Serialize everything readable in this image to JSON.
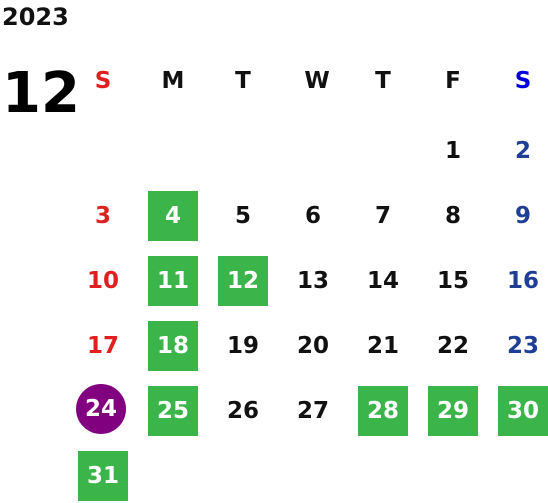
{
  "calendar": {
    "year": "2023",
    "month": "12",
    "weekdays": [
      {
        "label": "S",
        "color": "#e02020"
      },
      {
        "label": "M",
        "color": "#111111"
      },
      {
        "label": "T",
        "color": "#111111"
      },
      {
        "label": "W",
        "color": "#111111"
      },
      {
        "label": "T",
        "color": "#111111"
      },
      {
        "label": "F",
        "color": "#111111"
      },
      {
        "label": "S",
        "color": "#0000dd"
      }
    ],
    "days": [
      {
        "label": "1",
        "style": "normal"
      },
      {
        "label": "2",
        "style": "sat"
      },
      {
        "label": "3",
        "style": "sun"
      },
      {
        "label": "4",
        "style": "green"
      },
      {
        "label": "5",
        "style": "normal"
      },
      {
        "label": "6",
        "style": "normal"
      },
      {
        "label": "7",
        "style": "normal"
      },
      {
        "label": "8",
        "style": "normal"
      },
      {
        "label": "9",
        "style": "sat"
      },
      {
        "label": "10",
        "style": "sun"
      },
      {
        "label": "11",
        "style": "green"
      },
      {
        "label": "12",
        "style": "green"
      },
      {
        "label": "13",
        "style": "normal"
      },
      {
        "label": "14",
        "style": "normal"
      },
      {
        "label": "15",
        "style": "normal"
      },
      {
        "label": "16",
        "style": "sat"
      },
      {
        "label": "17",
        "style": "sun"
      },
      {
        "label": "18",
        "style": "green"
      },
      {
        "label": "19",
        "style": "normal"
      },
      {
        "label": "20",
        "style": "normal"
      },
      {
        "label": "21",
        "style": "normal"
      },
      {
        "label": "22",
        "style": "normal"
      },
      {
        "label": "23",
        "style": "sat"
      },
      {
        "label": "24",
        "style": "purple"
      },
      {
        "label": "25",
        "style": "green"
      },
      {
        "label": "26",
        "style": "normal"
      },
      {
        "label": "27",
        "style": "normal"
      },
      {
        "label": "28",
        "style": "green"
      },
      {
        "label": "29",
        "style": "green"
      },
      {
        "label": "30",
        "style": "green"
      },
      {
        "label": "31",
        "style": "green"
      }
    ]
  },
  "colors": {
    "sunday": "#e02020",
    "saturday": "#1f3f96",
    "highlight_green": "#3bb54a",
    "highlight_purple": "#800080"
  }
}
